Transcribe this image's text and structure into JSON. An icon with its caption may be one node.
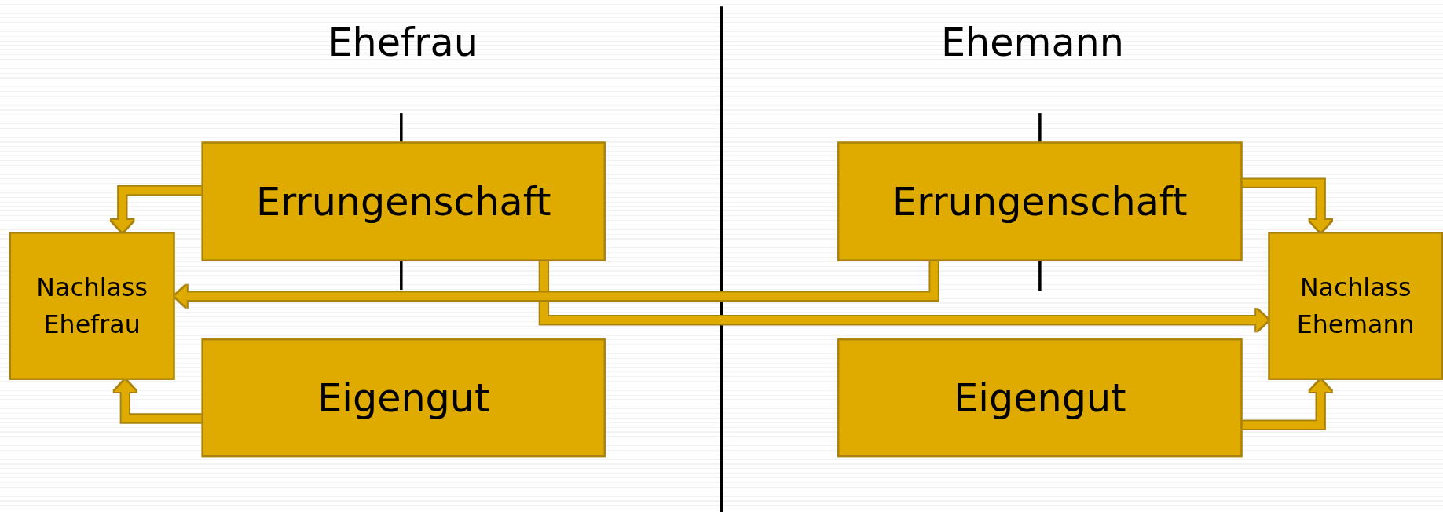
{
  "diagram": {
    "nodes": [
      {
        "text": [
          "Errungenschaft"
        ]
      },
      {
        "text": [
          "Errungenschaft"
        ]
      },
      {
        "text": [
          "Nachlass Ehefrau"
        ]
      },
      {
        "text": [
          "Nachlass Ehemann"
        ]
      },
      {
        "text": [
          "Eigengut"
        ]
      },
      {
        "text": [
          "Eigengut"
        ]
      }
    ],
    "edges": [
      {
        "from": 0,
        "to": 2,
        "arrow": "to"
      },
      {
        "from": 4,
        "to": 2,
        "arrow": "to"
      },
      {
        "from": 1,
        "to": 3,
        "arrow": "to"
      },
      {
        "from": 5,
        "to": 3,
        "arrow": "to"
      },
      {
        "from": 0,
        "to": 3,
        "arrow": "to"
      },
      {
        "from": 1,
        "to": 2,
        "arrow": "to"
      }
    ],
    "labels": [
      "Ehefrau",
      "Ehemann"
    ]
  }
}
